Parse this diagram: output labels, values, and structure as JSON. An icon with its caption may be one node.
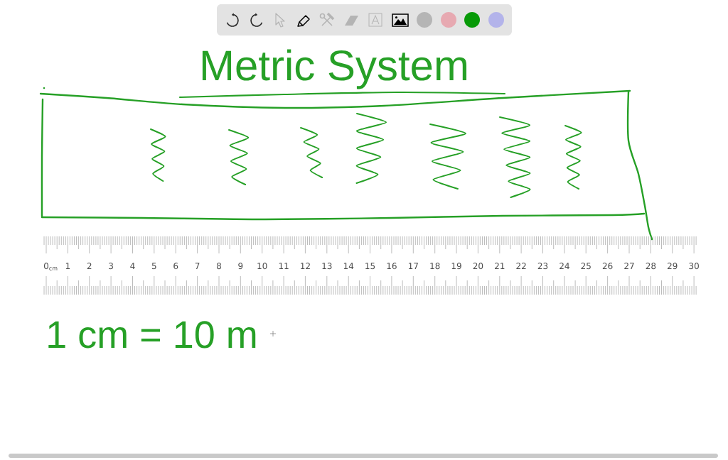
{
  "diagram": {
    "title": "Metric System",
    "labels": [
      "0$_{cm}$",
      "1",
      "2",
      "3",
      "4",
      "5",
      "6",
      "7",
      "8",
      "9",
      "10",
      "11",
      "12",
      "13",
      "14",
      "15",
      "16",
      "17",
      "18",
      "19",
      "20",
      "21",
      "22",
      "23",
      "24",
      "25",
      "26",
      "27",
      "28",
      "29",
      "30",
      "1 cm = 10 m"
    ]
  }
}
